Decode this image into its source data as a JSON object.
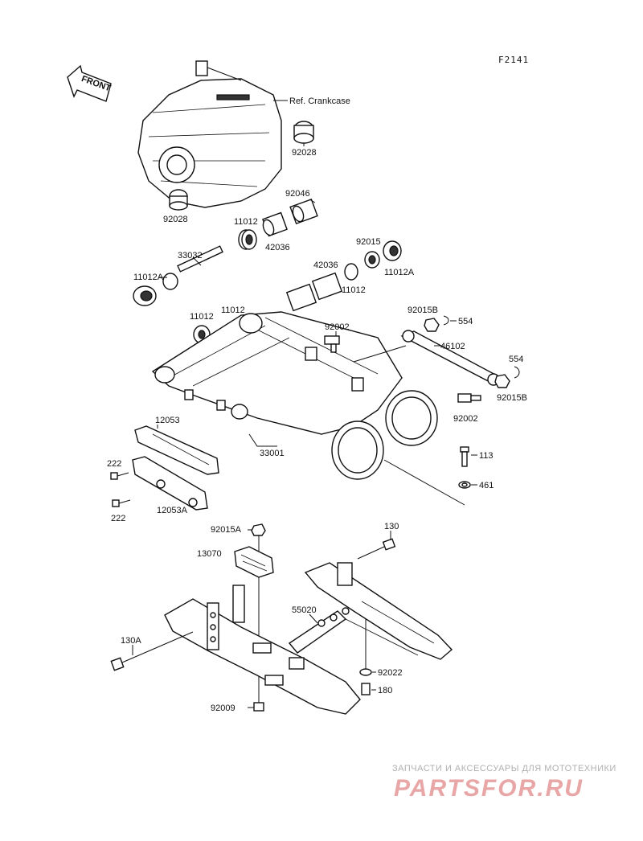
{
  "diagram_code": "F2141",
  "front_badge": "FRONT",
  "labels": {
    "ref_crankcase": "Ref. Crankcase",
    "p92028_a": "92028",
    "p92028_b": "92028",
    "p92046": "92046",
    "p11012_a": "11012",
    "p42036_a": "42036",
    "p33032": "33032",
    "p11012A_a": "11012A",
    "p92015": "92015",
    "p11012A_b": "11012A",
    "p42036_b": "42036",
    "p11012_b": "11012",
    "p11012_c": "11012",
    "p11012_d": "11012",
    "p92015B_a": "92015B",
    "p554_a": "554",
    "p92002_a": "92002",
    "p46102": "46102",
    "p554_b": "554",
    "p92015B_b": "92015B",
    "p92002_b": "92002",
    "p12053": "12053",
    "p33001": "33001",
    "p113": "113",
    "p222_a": "222",
    "p461": "461",
    "p222_b": "222",
    "p12053A": "12053A",
    "p92015A": "92015A",
    "p130": "130",
    "p13070": "13070",
    "p55020": "55020",
    "p130A": "130A",
    "p92022": "92022",
    "p180": "180",
    "p92009": "92009"
  },
  "watermark": {
    "tagline": "ЗАПЧАСТИ И АКСЕССУАРЫ ДЛЯ МОТОТЕХНИКИ",
    "logo": "PARTSFOR.RU"
  }
}
